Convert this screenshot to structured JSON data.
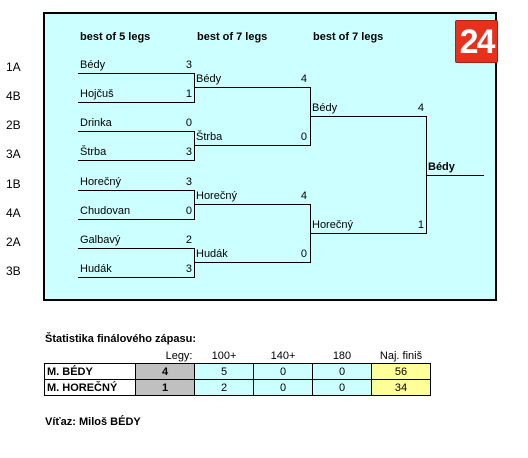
{
  "bracket": {
    "round_headers": [
      "best of 5 legs",
      "best of 7 legs",
      "best of 7 legs"
    ],
    "seeds": [
      "1A",
      "4B",
      "2B",
      "3A",
      "1B",
      "4A",
      "2A",
      "3B"
    ],
    "round1": [
      {
        "name": "Bédy",
        "score": "3"
      },
      {
        "name": "Hojčuš",
        "score": "1"
      },
      {
        "name": "Drinka",
        "score": "0"
      },
      {
        "name": "Štrba",
        "score": "3"
      },
      {
        "name": "Horečný",
        "score": "3"
      },
      {
        "name": "Chudovan",
        "score": "0"
      },
      {
        "name": "Galbavý",
        "score": "2"
      },
      {
        "name": "Hudák",
        "score": "3"
      }
    ],
    "round2": [
      {
        "name": "Bédy",
        "score": "4"
      },
      {
        "name": "Štrba",
        "score": "0"
      },
      {
        "name": "Horečný",
        "score": "4"
      },
      {
        "name": "Hudák",
        "score": "0"
      }
    ],
    "round3": [
      {
        "name": "Bédy",
        "score": "4"
      },
      {
        "name": "Horečný",
        "score": "1"
      }
    ],
    "winner": "Bédy"
  },
  "logo": {
    "text": "24",
    "color": "#e8301c"
  },
  "stats": {
    "title": "Štatistika finálového zápasu:",
    "headers": [
      "Legy:",
      "100+",
      "140+",
      "180",
      "Naj. finiš"
    ],
    "rows": [
      {
        "player": "M. BÉDY",
        "legs": "4",
        "c100": "5",
        "c140": "0",
        "c180": "0",
        "finish": "56"
      },
      {
        "player": "M. HOREČNÝ",
        "legs": "1",
        "c100": "2",
        "c140": "0",
        "c180": "0",
        "finish": "34"
      }
    ]
  },
  "winner_text": "Víťaz: Miloš BÉDY"
}
